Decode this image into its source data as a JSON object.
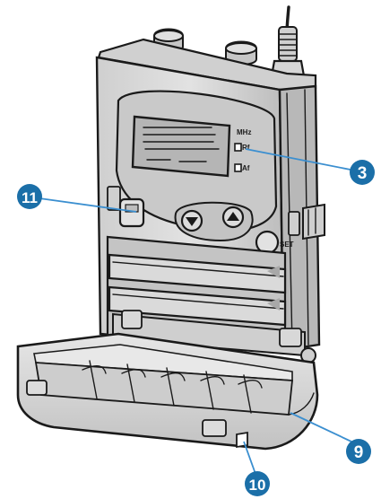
{
  "colors": {
    "body_fill": "#d9d9d9",
    "body_shade": "#b3b3b3",
    "callout_fill": "#1b6fa8",
    "callout_line": "#3b8fd0",
    "outline": "#1a1a1a",
    "battery_arrow": "#a8a8a8"
  },
  "callouts": [
    {
      "id": "callout-3",
      "label": "3"
    },
    {
      "id": "callout-9",
      "label": "9"
    },
    {
      "id": "callout-10",
      "label": "10"
    },
    {
      "id": "callout-11",
      "label": "11"
    }
  ],
  "device_labels": {
    "display_side_top": "MHz",
    "display_side_mid": "Rf",
    "display_side_bottom": "Af",
    "set_button": "SET"
  },
  "icons": [
    "up-arrow-icon",
    "down-arrow-icon"
  ]
}
